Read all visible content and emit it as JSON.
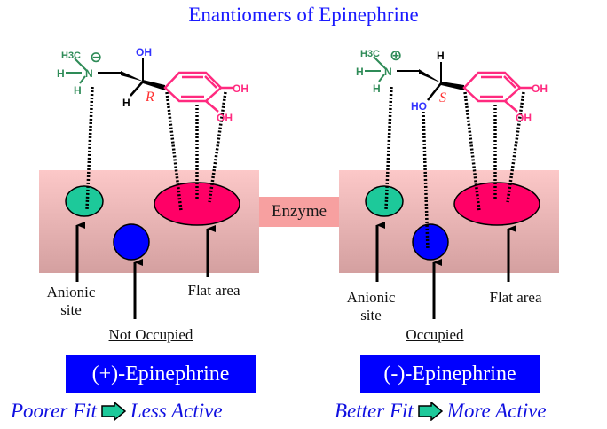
{
  "title": "Enantiomers of Epinephrine",
  "enzyme_label": "Enzyme",
  "colors": {
    "title": "#1a1aff",
    "anionic_site": "#1dc99a",
    "hydroxyl_site": "#0000ff",
    "flat_area": "#ff0066",
    "enzyme": "#f7a0a0",
    "amine_group": "#2e8b57",
    "ring": "#ff2a7f",
    "hydroxyl_text": "#3333ff",
    "stereo_label": "#ff3333",
    "name_box": "#0000ff"
  },
  "left": {
    "molecule": {
      "methyl": "H3C",
      "charge": "⊖",
      "amine_h1": "H",
      "amine_h2": "H",
      "nitrogen": "N",
      "chiral_top": "OH",
      "chiral_bottom": "H",
      "stereo": "R",
      "ring_oh1": "OH",
      "ring_oh2": "OH"
    },
    "labels": {
      "anionic": [
        "Anionic",
        "site"
      ],
      "flat": "Flat area",
      "occupancy": "Not Occupied"
    },
    "name": "(+)-Epinephrine",
    "result": {
      "fit": "Poorer Fit",
      "activity": "Less Active"
    }
  },
  "right": {
    "molecule": {
      "methyl": "H3C",
      "charge": "⊕",
      "amine_h1": "H",
      "amine_h2": "H",
      "nitrogen": "N",
      "chiral_top": "H",
      "chiral_bottom": "HO",
      "stereo": "S",
      "ring_oh1": "OH",
      "ring_oh2": "OH"
    },
    "labels": {
      "anionic": [
        "Anionic",
        "site"
      ],
      "flat": "Flat area",
      "occupancy": "Occupied"
    },
    "name": "(-)-Epinephrine",
    "result": {
      "fit": "Better Fit",
      "activity": "More Active"
    }
  }
}
